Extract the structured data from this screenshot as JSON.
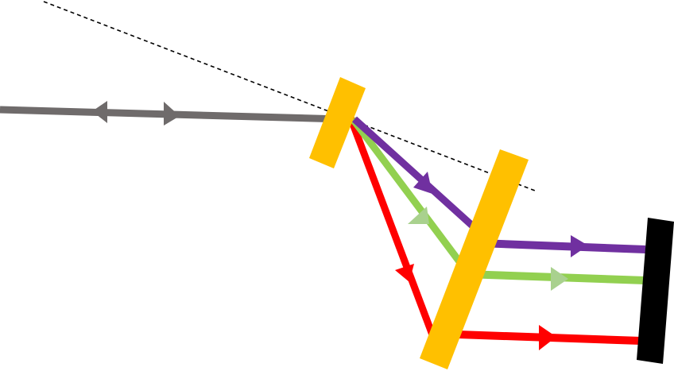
{
  "colors": {
    "background": "#ffffff",
    "input_beam": "#6f6b6b",
    "purple_beam": "#7030a0",
    "green_beam": "#92d050",
    "green_arrow": "#a9d18e",
    "red_beam": "#ff0000",
    "optic": "#ffc000",
    "detector": "#000000",
    "reference_line": "#000000"
  },
  "elements": [
    {
      "name": "input-beam",
      "kind": "beam",
      "color_key": "input_beam"
    },
    {
      "name": "purple-beam",
      "kind": "beam",
      "color_key": "purple_beam"
    },
    {
      "name": "green-beam",
      "kind": "beam",
      "color_key": "green_beam"
    },
    {
      "name": "red-beam",
      "kind": "beam",
      "color_key": "red_beam"
    },
    {
      "name": "first-optic",
      "kind": "optic",
      "color_key": "optic"
    },
    {
      "name": "second-optic",
      "kind": "optic",
      "color_key": "optic"
    },
    {
      "name": "detector-screen",
      "kind": "screen",
      "color_key": "detector"
    },
    {
      "name": "reference-dashed-line",
      "kind": "line",
      "color_key": "reference_line"
    }
  ]
}
